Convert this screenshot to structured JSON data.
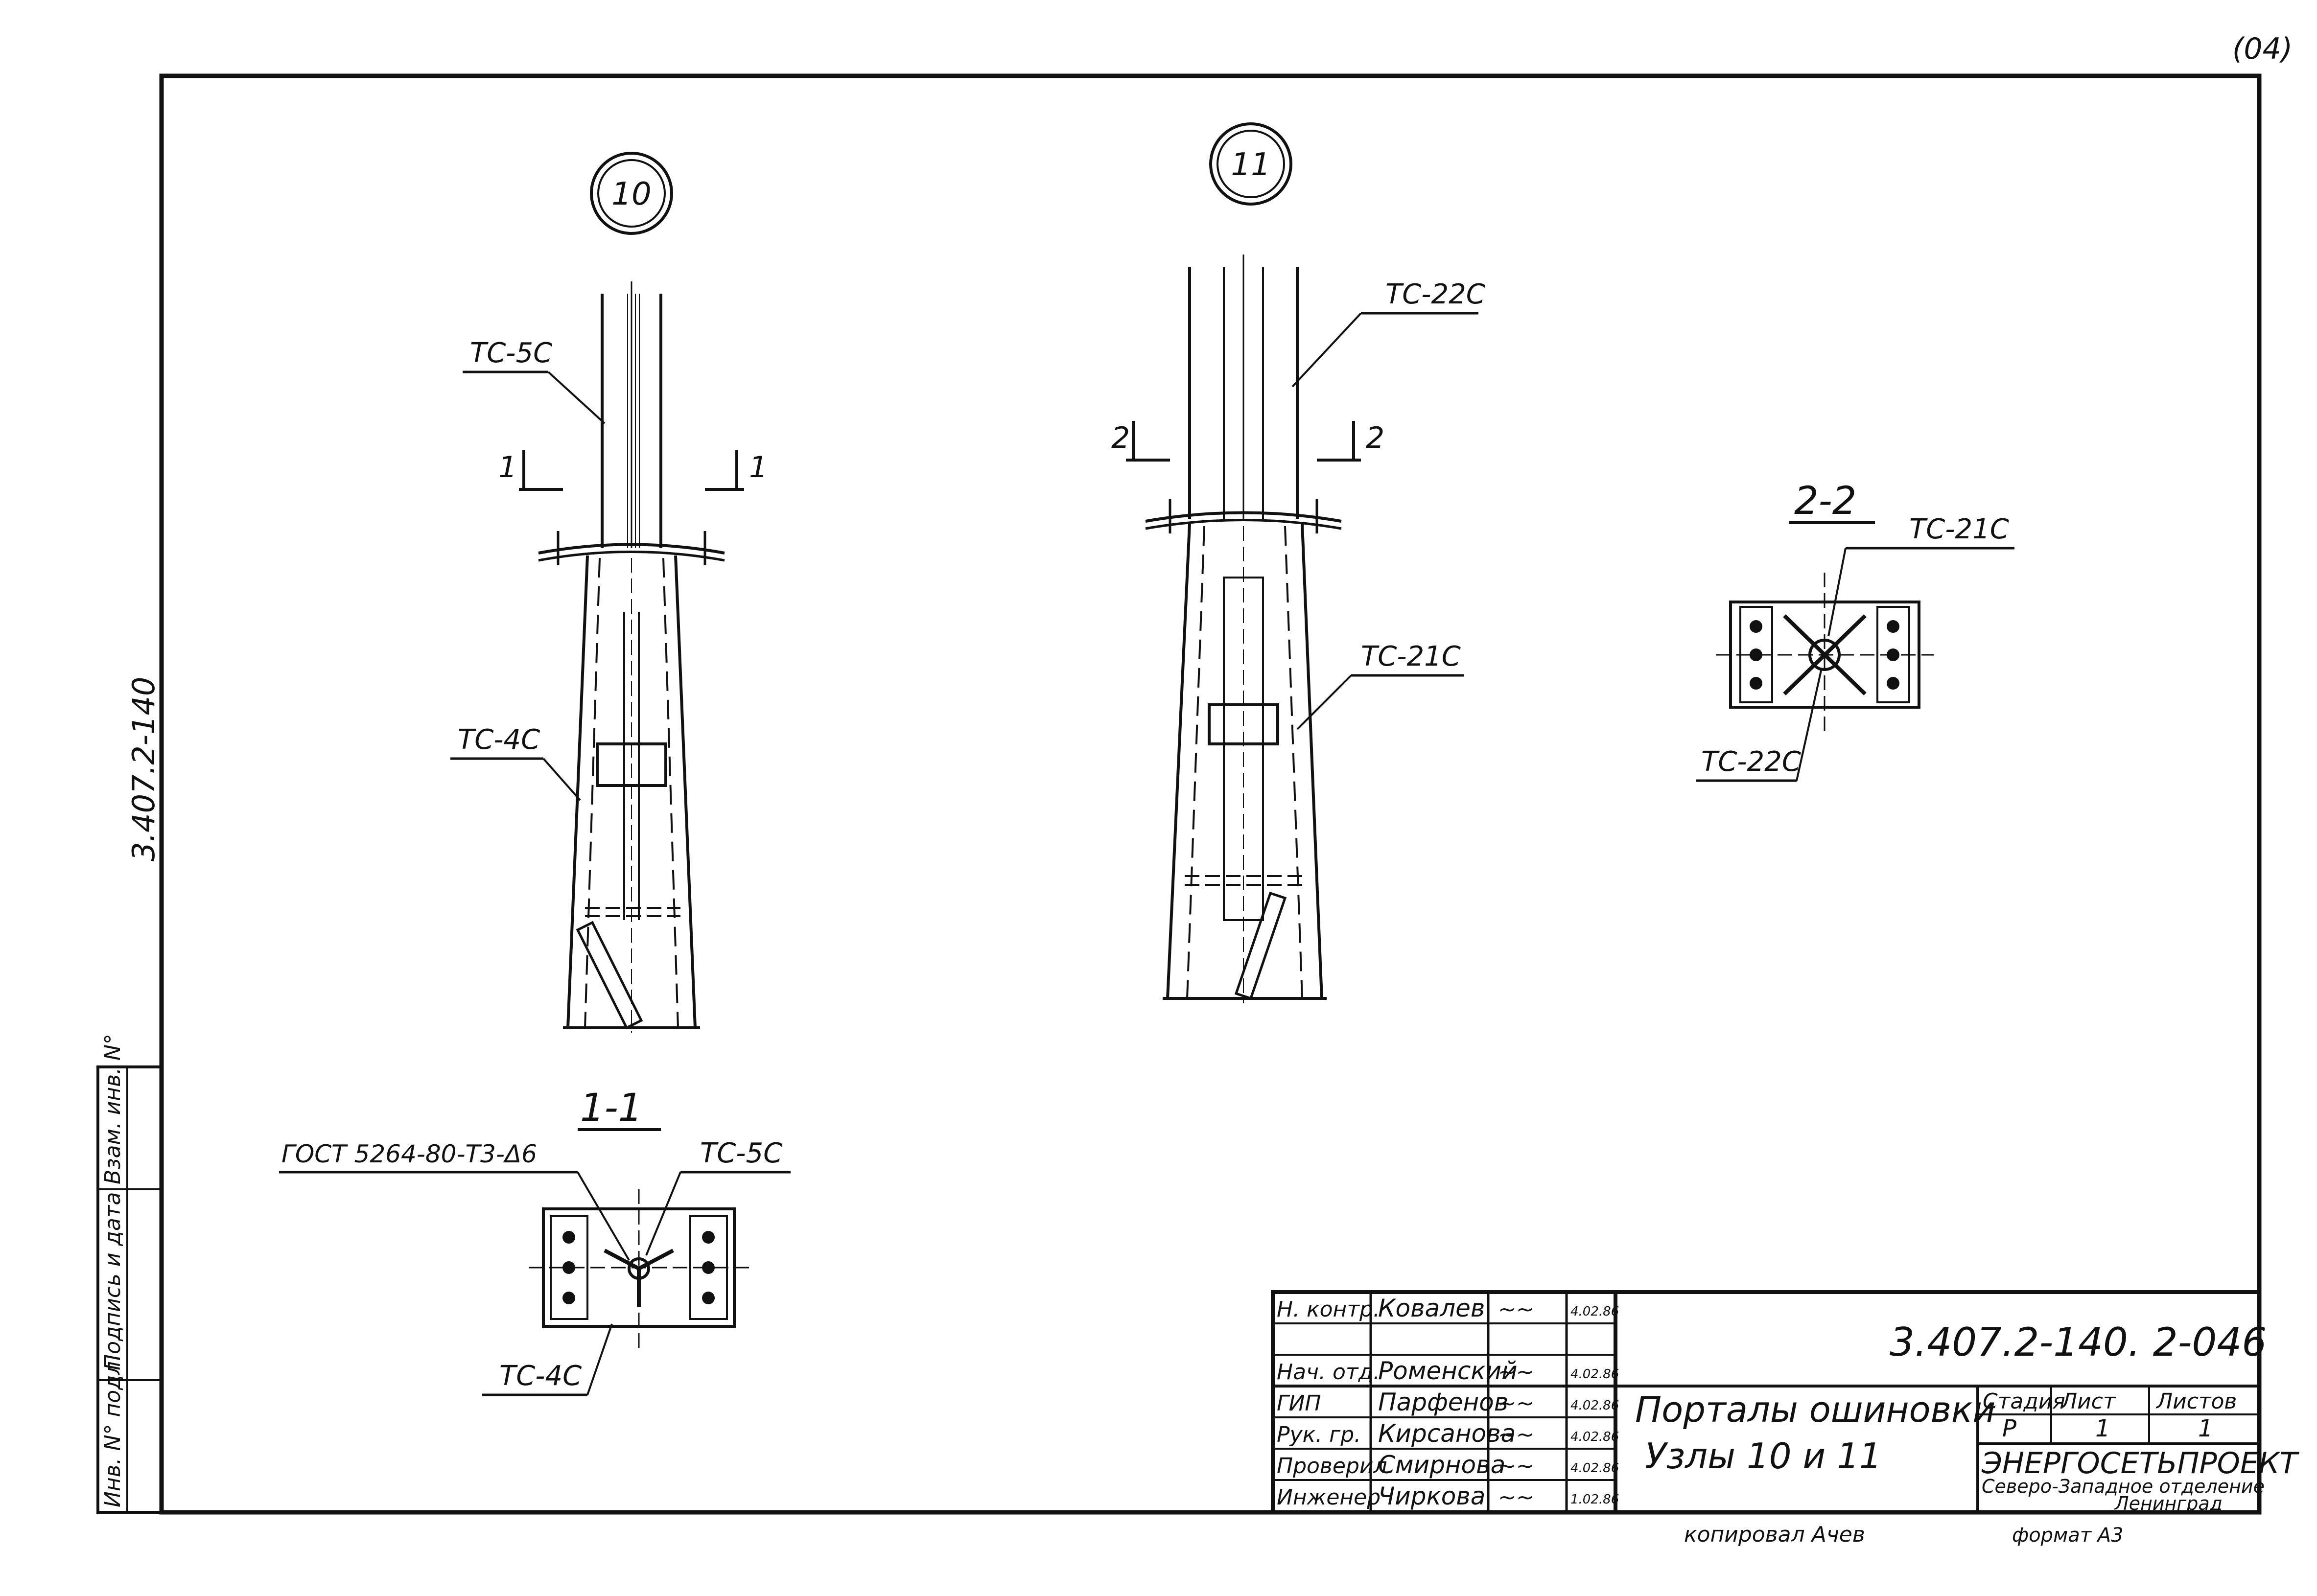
{
  "drawing": {
    "sheet_corner_mark": "(04)",
    "side_code": "3.407.2-140",
    "node_10": {
      "number": "10",
      "label_upper": "ТС-5С",
      "label_lower": "ТС-4С",
      "cut_mark": "1"
    },
    "node_11": {
      "number": "11",
      "label_upper": "ТС-22С",
      "label_lower": "ТС-21С",
      "cut_mark": "2"
    },
    "section_1_1": {
      "title": "1-1",
      "label_gost": "ГОСТ 5264-80-Т3-Δ6",
      "label_right": "ТС-5С",
      "label_bottom": "ТС-4С"
    },
    "section_2_2": {
      "title": "2-2",
      "label_top": "ТС-21С",
      "label_bottom": "ТС-22С"
    }
  },
  "left_stamp": {
    "cells": [
      "Инв. N° подл.",
      "Подпись и дата",
      "Взам. инв. N°"
    ]
  },
  "title_block": {
    "doc_code": "3.407.2-140. 2-046",
    "rows": [
      {
        "role": "Н. контр.",
        "name": "Ковалев",
        "sign": "~~",
        "date": "4.02.86"
      },
      {
        "role": "",
        "name": "",
        "sign": "",
        "date": ""
      },
      {
        "role": "Нач. отд.",
        "name": "Роменский",
        "sign": "~~",
        "date": "4.02.86"
      },
      {
        "role": "ГИП",
        "name": "Парфенов",
        "sign": "~~",
        "date": "4.02.86"
      },
      {
        "role": "Рук. гр.",
        "name": "Кирсанова",
        "sign": "~~",
        "date": "4.02.86"
      },
      {
        "role": "Проверил",
        "name": "Смирнова",
        "sign": "~~",
        "date": "4.02.86"
      },
      {
        "role": "Инженер",
        "name": "Чиркова",
        "sign": "~~",
        "date": "1.02.86"
      }
    ],
    "description_line1": "Порталы ошиновки",
    "description_line2": "Узлы 10 и 11",
    "stage_header": "Стадия",
    "sheet_header": "Лист",
    "sheets_header": "Листов",
    "stage_value": "Р",
    "sheet_value": "1",
    "sheets_value": "1",
    "org_name": "ЭНЕРГОСЕТЬПРОЕКТ",
    "org_branch": "Северо-Западное отделение",
    "org_city": "Ленинград"
  },
  "footer": {
    "copied_by": "копировал Ачев",
    "format": "формат А3"
  }
}
